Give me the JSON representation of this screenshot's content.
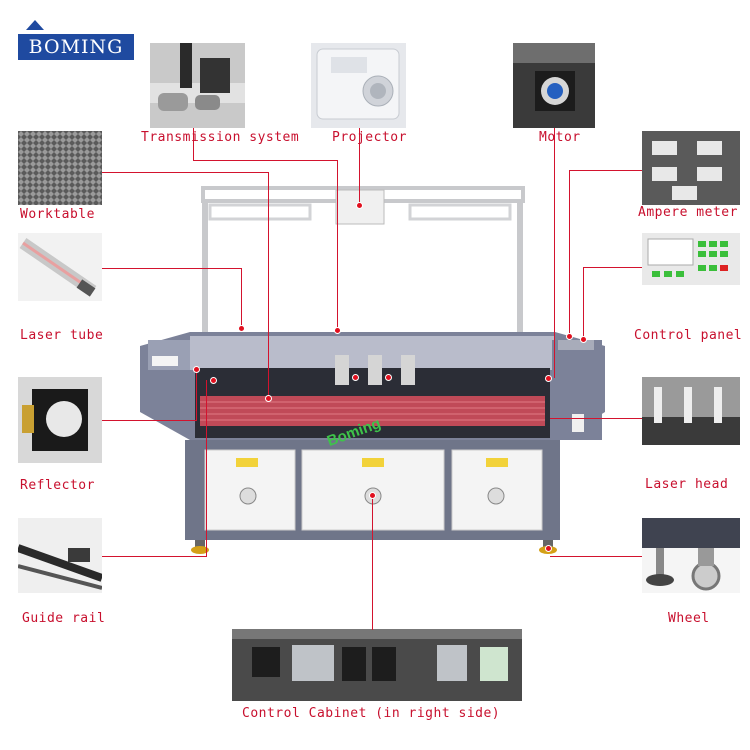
{
  "brand": {
    "name": "BOMING"
  },
  "machine": {
    "watermark": "Boming"
  },
  "components": {
    "transmission_system": "Transmission system",
    "projector": "Projector",
    "motor": "Motor",
    "worktable": "Worktable",
    "ampere_meter": "Ampere meter",
    "laser_tube": "Laser tube",
    "control_panel": "Control panel",
    "reflector": "Reflector",
    "laser_head": "Laser head",
    "guide_rail": "Guide rail",
    "wheel": "Wheel",
    "control_cabinet": "Control Cabinet (in right side)"
  },
  "colors": {
    "label": "#c8102e",
    "leader_line": "#d3132e",
    "brand_blue": "#1f4aa0",
    "machine_body": "#7a819a",
    "cabinet_white": "#f4f4f4"
  }
}
